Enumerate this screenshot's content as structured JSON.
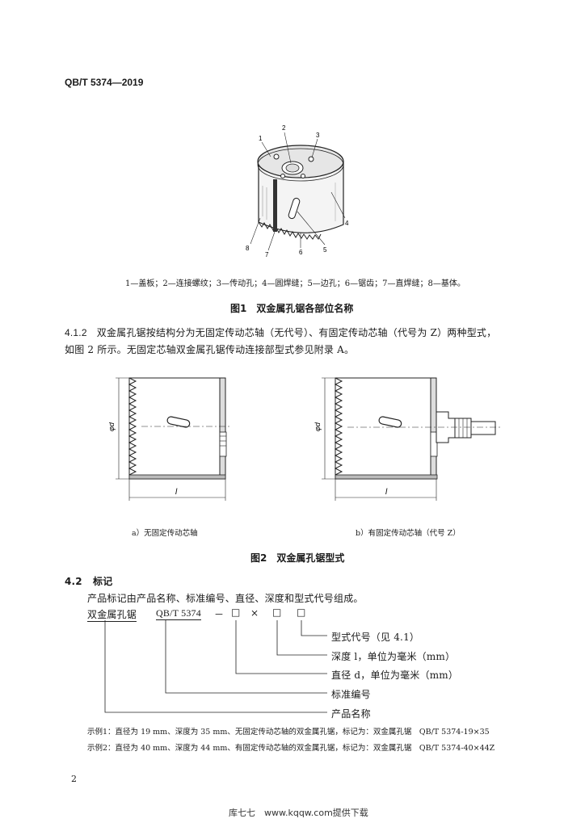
{
  "header": {
    "standard_no": "QB/T 5374—2019"
  },
  "figure1": {
    "callouts": [
      "1",
      "2",
      "3",
      "4",
      "5",
      "6",
      "7",
      "8"
    ],
    "legend": "1—盖板；2—连接螺纹；3—传动孔；4—圆焊缝；5—边孔；6—锯齿；7—直焊缝；8—基体。",
    "title": "图1　双金属孔锯各部位名称"
  },
  "clause_4_1_2": {
    "number": "4.1.2",
    "line1": "双金属孔锯按结构分为无固定传动芯轴（无代号）、有固定传动芯轴（代号为 Z）两种型式，",
    "line2": "如图 2 所示。无固定芯轴双金属孔锯传动连接部型式参见附录 A。"
  },
  "figure2": {
    "dim_diameter": "φd",
    "dim_length": "l",
    "sub_a": "a）无固定传动芯轴",
    "sub_b": "b）有固定传动芯轴（代号 Z）",
    "title": "图2　双金属孔锯型式"
  },
  "clause_4_2": {
    "number": "4.2",
    "heading": "标记",
    "intro": "产品标记由产品名称、标准编号、直径、深度和型式代号组成。",
    "marking": {
      "name": "双金属孔锯",
      "std": "QB/T 5374",
      "dash": "－",
      "box": "□",
      "times": "×"
    },
    "labels": {
      "type": "型式代号（见 4.1）",
      "depth": "深度 l，单位为毫米（mm）",
      "diameter": "直径 d，单位为毫米（mm）",
      "std": "标准编号",
      "name": "产品名称"
    },
    "example1": "示例1：直径为 19 mm、深度为 35 mm、无固定传动芯轴的双金属孔锯，标记为：双金属孔锯　QB/T 5374-19×35",
    "example2": "示例2：直径为 40 mm、深度为 44 mm、有固定传动芯轴的双金属孔锯，标记为：双金属孔锯　QB/T 5374-40×44Z"
  },
  "page_number": "2",
  "footer": "库七七　www.kqqw.com提供下载"
}
